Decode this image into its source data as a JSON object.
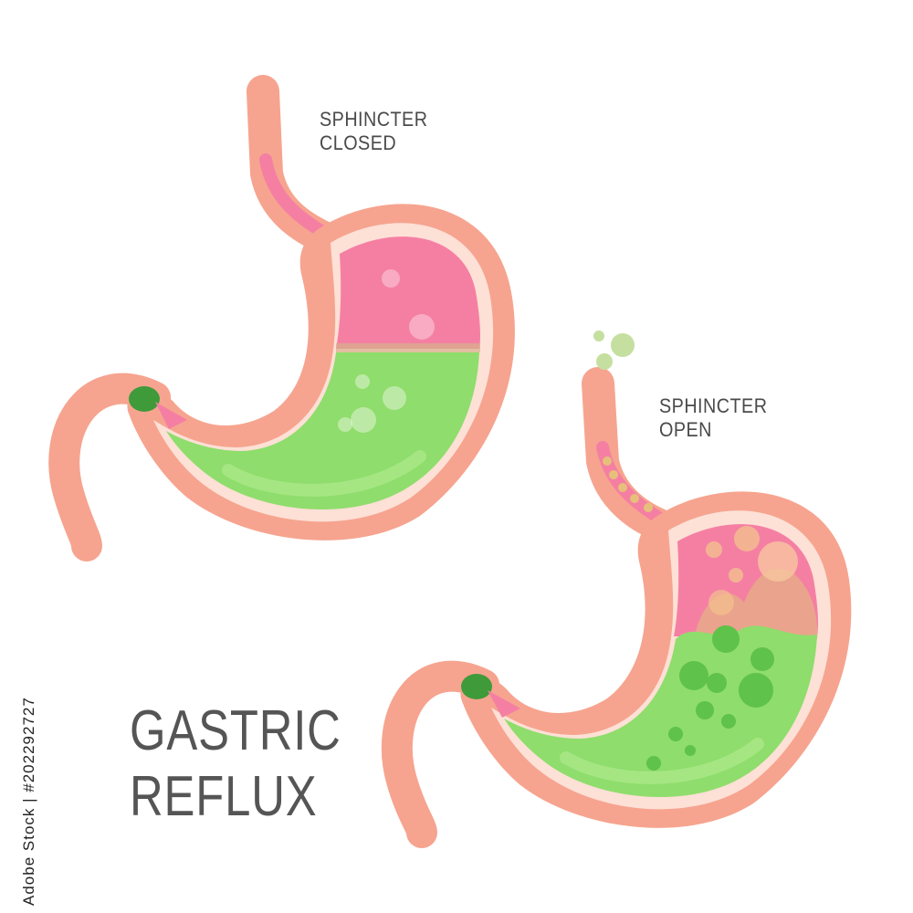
{
  "labels": {
    "closed_line1": "SPHINCTER",
    "closed_line2": "CLOSED",
    "open_line1": "SPHINCTER",
    "open_line2": "OPEN"
  },
  "title": {
    "line1": "GASTRIC",
    "line2": "REFLUX"
  },
  "stock_id": "Adobe Stock | #202292727",
  "colors": {
    "wall": "#f6a48f",
    "wall_inner": "#fde0d6",
    "gas": "#f57fa3",
    "acid": "#8fdd6c",
    "acid_dark": "#5fc24a",
    "text": "#4a4a4a"
  }
}
